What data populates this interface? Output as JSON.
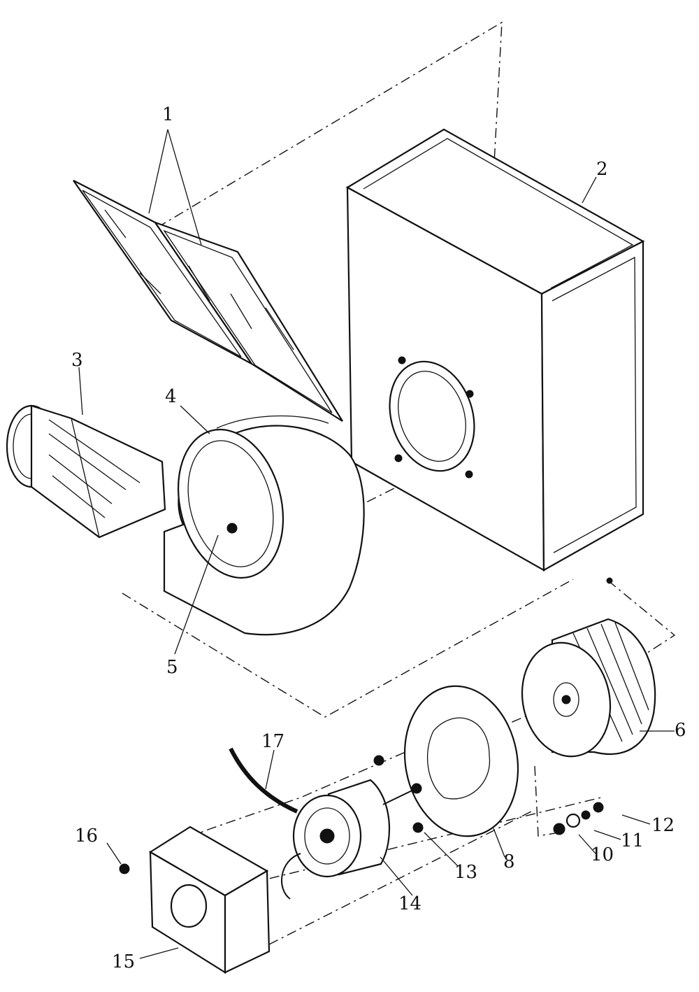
{
  "diagram": {
    "callouts": [
      {
        "id": "1",
        "text": "1"
      },
      {
        "id": "2",
        "text": "2"
      },
      {
        "id": "3",
        "text": "3"
      },
      {
        "id": "4",
        "text": "4"
      },
      {
        "id": "5",
        "text": "5"
      },
      {
        "id": "6",
        "text": "6"
      },
      {
        "id": "8",
        "text": "8"
      },
      {
        "id": "10",
        "text": "10"
      },
      {
        "id": "11",
        "text": "11"
      },
      {
        "id": "12",
        "text": "12"
      },
      {
        "id": "13",
        "text": "13"
      },
      {
        "id": "14",
        "text": "14"
      },
      {
        "id": "15",
        "text": "15"
      },
      {
        "id": "16",
        "text": "16"
      },
      {
        "id": "17",
        "text": "17"
      }
    ]
  }
}
